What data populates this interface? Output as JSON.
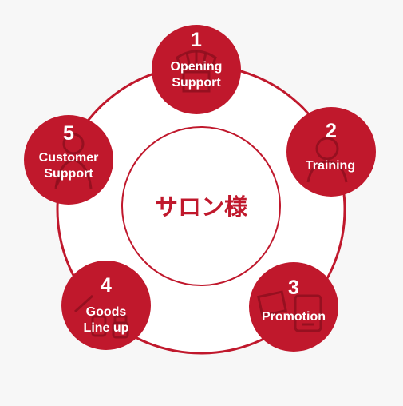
{
  "center": {
    "label": "サロン様"
  },
  "colors": {
    "accent": "#c0182c",
    "icon": "#8e0f1e",
    "node_text": "#ffffff",
    "background": "#f7f7f7",
    "disc": "#ffffff"
  },
  "nodes": [
    {
      "number": "1",
      "lines": [
        "Opening",
        "Support"
      ],
      "icon": "awning-shop-icon"
    },
    {
      "number": "2",
      "lines": [
        "Training"
      ],
      "icon": "person-icon"
    },
    {
      "number": "3",
      "lines": [
        "Promotion"
      ],
      "icon": "flyer-tablet-icon"
    },
    {
      "number": "4",
      "lines": [
        "Goods",
        "Line up"
      ],
      "icon": "cosmetics-icon"
    },
    {
      "number": "5",
      "lines": [
        "Customer",
        "Support"
      ],
      "icon": "customer-icon"
    }
  ]
}
